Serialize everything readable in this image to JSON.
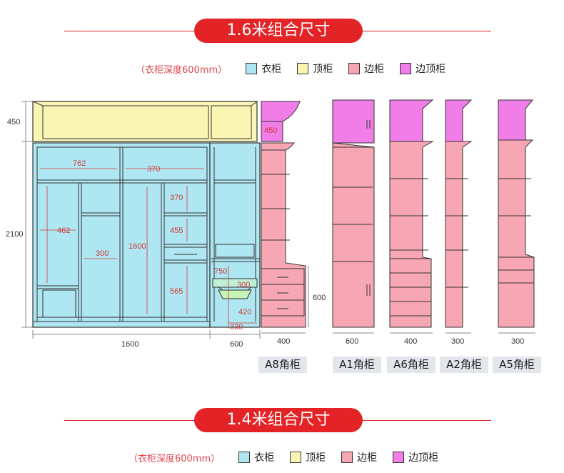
{
  "section1": {
    "title": "1.6米组合尺寸",
    "note": "（衣柜深度600mm）",
    "legend": [
      {
        "label": "衣柜",
        "color": "#aee6f1"
      },
      {
        "label": "顶柜",
        "color": "#fbf5b4"
      },
      {
        "label": "边柜",
        "color": "#f7a6b3"
      },
      {
        "label": "边顶柜",
        "color": "#f07de8"
      }
    ]
  },
  "section2": {
    "title": "1.4米组合尺寸",
    "note": "（衣柜深度600mm）",
    "legend": [
      {
        "label": "衣柜",
        "color": "#aee6f1"
      },
      {
        "label": "顶柜",
        "color": "#fbf5b4"
      },
      {
        "label": "边柜",
        "color": "#f7a6b3"
      },
      {
        "label": "边顶柜",
        "color": "#f07de8"
      }
    ]
  },
  "dimensions": {
    "top_height": "450",
    "wardrobe_height": "2100",
    "wardrobe_width": "1600",
    "dresser_width": "600",
    "dresser_height": "600",
    "interior": [
      "762",
      "370",
      "370",
      "462",
      "455",
      "300",
      "1600",
      "565",
      "750",
      "300",
      "420",
      "330"
    ],
    "side_top": "450"
  },
  "cabinets": [
    {
      "caption": "A8角柜",
      "width": "400"
    },
    {
      "caption": "A1角柜",
      "width": "600"
    },
    {
      "caption": "A6角柜",
      "width": "400"
    },
    {
      "caption": "A2角柜",
      "width": "300"
    },
    {
      "caption": "A5角柜",
      "width": "300"
    }
  ]
}
